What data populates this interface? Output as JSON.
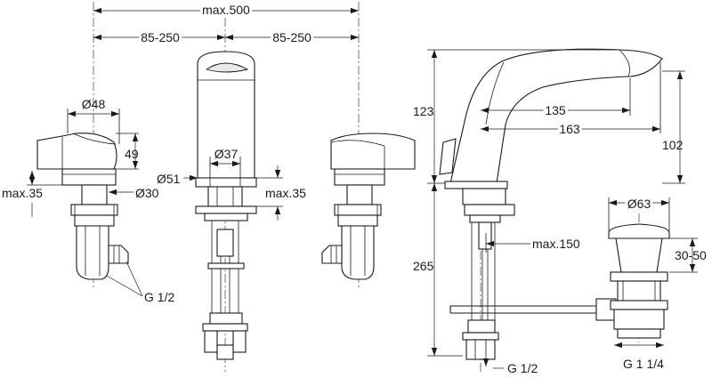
{
  "labels": {
    "max500": "max.500",
    "spacing_left": "85-250",
    "spacing_right": "85-250",
    "d48": "Ø48",
    "h49": "49",
    "d30": "Ø30",
    "max35_left": "max.35",
    "d51": "Ø51",
    "d37": "Ø37",
    "max35_right": "max.35",
    "g12_left": "G 1/2",
    "h123": "123",
    "l135": "135",
    "l163": "163",
    "h102": "102",
    "h265": "265",
    "max150": "max.150",
    "d63": "Ø63",
    "r3050": "30-50",
    "g12_right": "G 1/2",
    "g114": "G 1 1/4"
  }
}
